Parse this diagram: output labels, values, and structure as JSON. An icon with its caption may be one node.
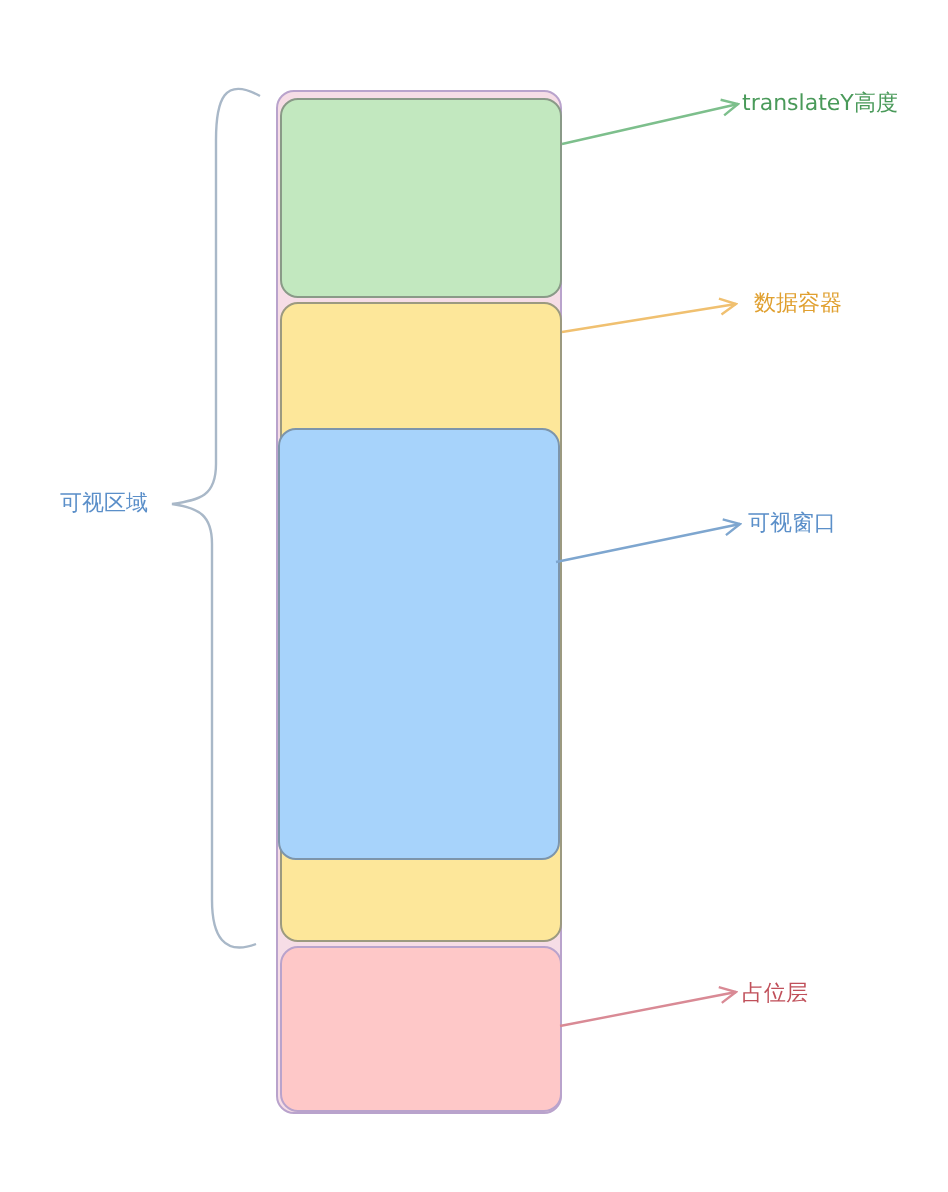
{
  "diagram": {
    "nodes": [
      {
        "text": [],
        "shape": "box"
      },
      {
        "text": [],
        "shape": "box",
        "in": 0
      },
      {
        "text": [],
        "shape": "box",
        "in": 0
      },
      {
        "text": [],
        "shape": "box",
        "in": 2
      },
      {
        "text": [],
        "shape": "box",
        "in": 0
      },
      {
        "text": [
          "translateY高度"
        ]
      },
      {
        "text": [
          "数据容器"
        ]
      },
      {
        "text": [
          "可视窗口"
        ]
      },
      {
        "text": [
          "占位层"
        ]
      }
    ],
    "edges": [
      {
        "from": 1,
        "to": 5,
        "arrow": "to",
        "color": "#7dbf8c"
      },
      {
        "from": 2,
        "to": 6,
        "arrow": "to",
        "color": "#f0c070"
      },
      {
        "from": 3,
        "to": 7,
        "arrow": "to",
        "color": "#7ea6cf"
      },
      {
        "from": 4,
        "to": 8,
        "arrow": "to",
        "color": "#d98a95"
      }
    ],
    "labels": [
      "可视区域"
    ]
  }
}
